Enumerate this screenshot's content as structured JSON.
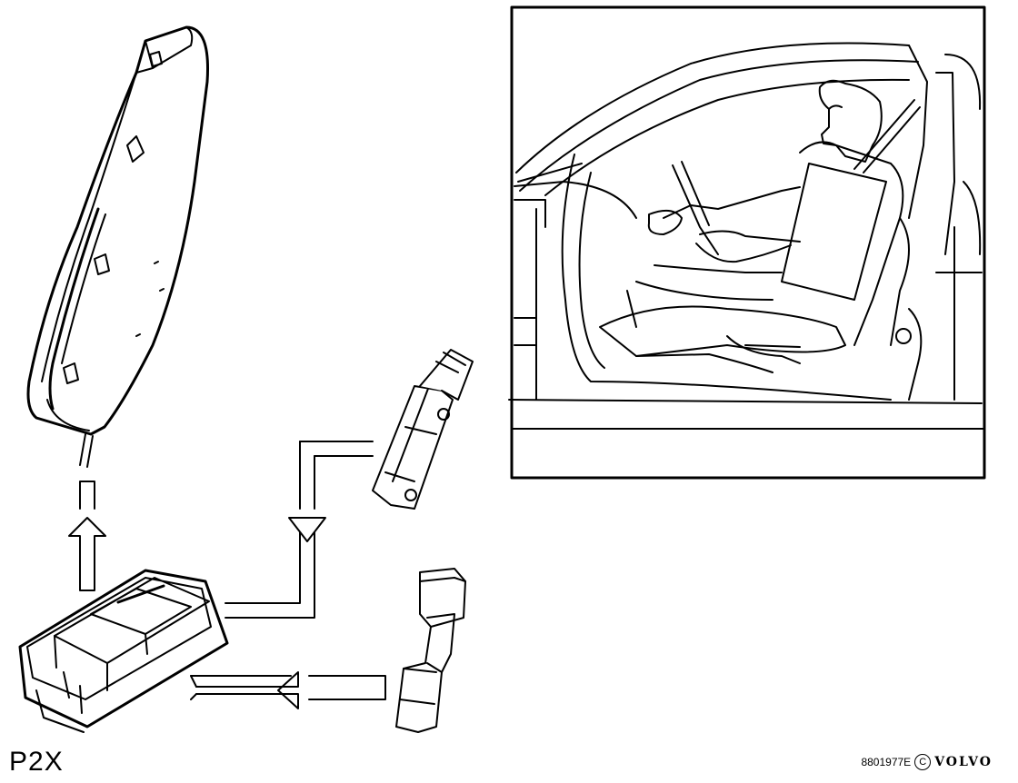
{
  "figure": {
    "model_label": "P2X",
    "reference_code": "8801977E",
    "copyright_symbol": "C",
    "brand": "VOLVO"
  }
}
